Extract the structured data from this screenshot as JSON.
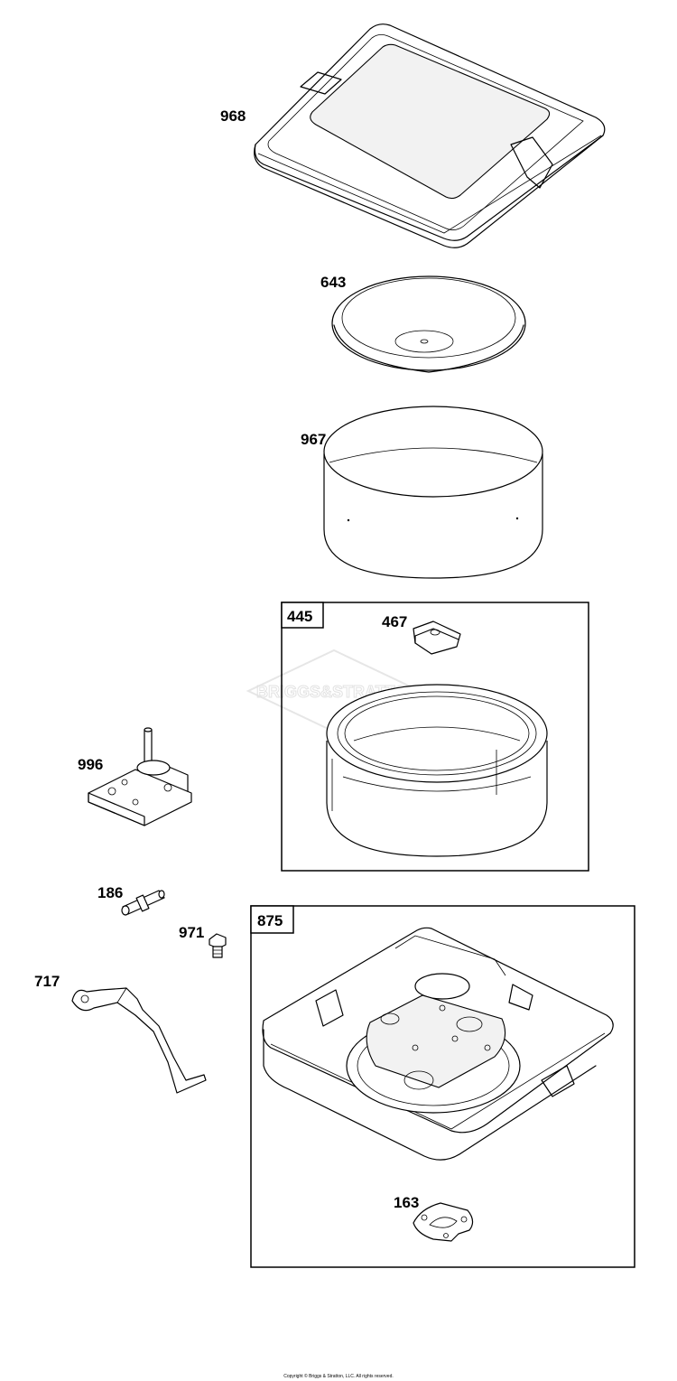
{
  "watermark": "BRIGGS&STRATTON",
  "copyright": "Copyright © Briggs & Stratton, LLC. All rights reserved.",
  "parts": {
    "p968": "968",
    "p643": "643",
    "p967": "967",
    "p445": "445",
    "p467": "467",
    "p996": "996",
    "p186": "186",
    "p971": "971",
    "p717": "717",
    "p875": "875",
    "p163": "163"
  }
}
